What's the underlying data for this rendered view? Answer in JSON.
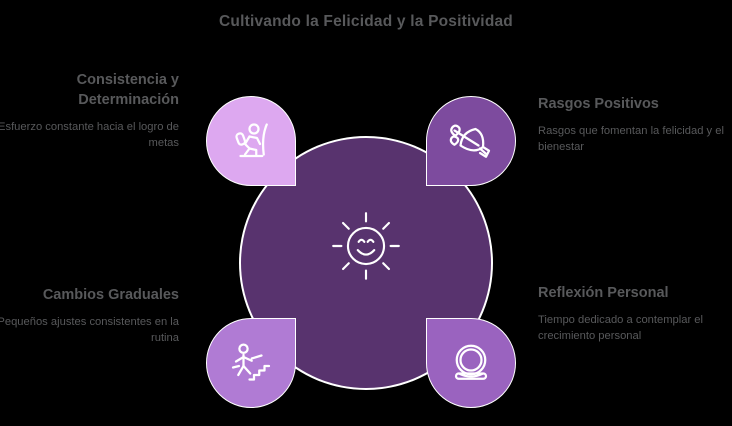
{
  "title": "Cultivando la Felicidad y la Positividad",
  "colors": {
    "background": "#000000",
    "text": "#58595b",
    "center_circle": "#58336e",
    "node_top_left": "#dda8f0",
    "node_top_right": "#7d4b9e",
    "node_bottom_left": "#b07bd4",
    "node_bottom_right": "#9a63bf",
    "outline": "#ffffff"
  },
  "center": {
    "icon": "smiling-sun-icon"
  },
  "nodes": [
    {
      "id": "top-left",
      "heading": "Consistencia y Determinación",
      "description": "Esfuerzo constante hacia el logro de metas",
      "icon": "hiker-climbing-icon"
    },
    {
      "id": "top-right",
      "heading": "Rasgos Positivos",
      "description": "Rasgos que fomentan la felicidad y el bienestar",
      "icon": "heart-bouquet-icon"
    },
    {
      "id": "bottom-left",
      "heading": "Cambios Graduales",
      "description": "Pequeños ajustes consistentes en la rutina",
      "icon": "person-climbing-stairs-icon"
    },
    {
      "id": "bottom-right",
      "heading": "Reflexión Personal",
      "description": "Tiempo dedicado a contemplar el crecimiento personal",
      "icon": "crystal-ball-icon"
    }
  ]
}
